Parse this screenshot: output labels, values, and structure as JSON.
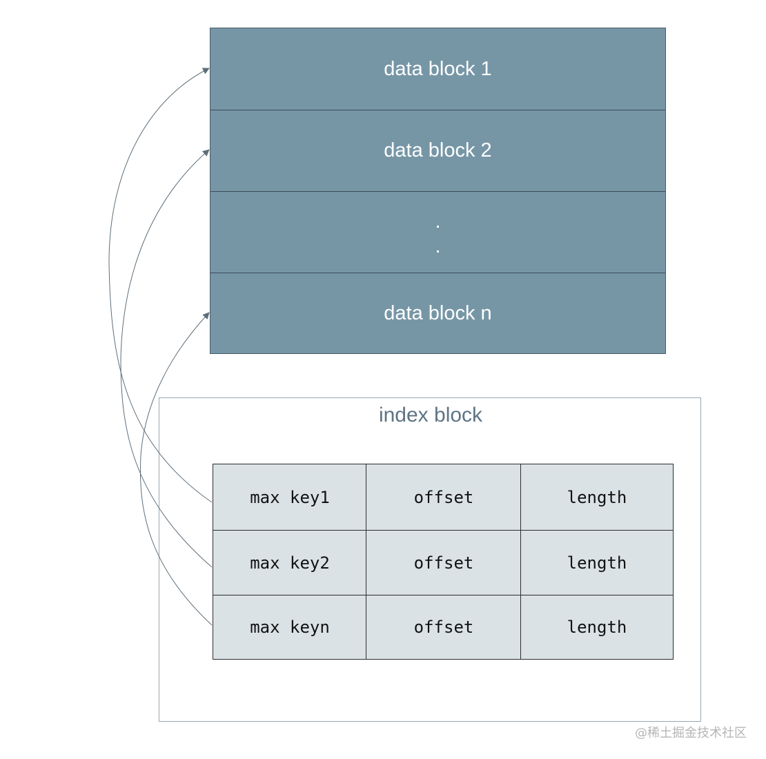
{
  "data_blocks": {
    "block_1": "data block 1",
    "block_2": "data block 2",
    "dot_1": ".",
    "dot_2": ".",
    "block_n": "data block n"
  },
  "index_block": {
    "title": "index block",
    "rows": [
      [
        "max key1",
        "offset",
        "length"
      ],
      [
        "max key2",
        "offset",
        "length"
      ],
      [
        "max keyn",
        "offset",
        "length"
      ]
    ]
  },
  "watermark": "@稀土掘金技术社区",
  "colors": {
    "data_block_fill": "#7696a6",
    "index_cell_fill": "#dae2e6",
    "index_title": "#5d7483",
    "arrow": "#5e6e79"
  }
}
